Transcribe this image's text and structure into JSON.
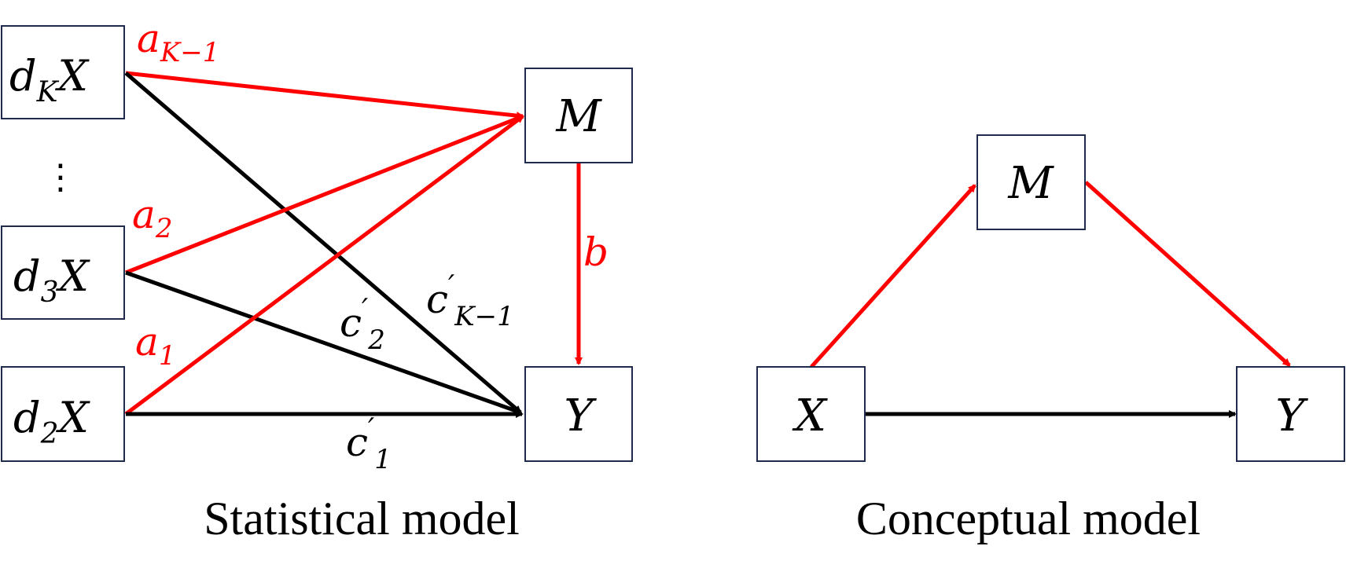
{
  "colors": {
    "highlight": "#ff0000",
    "default": "#000000",
    "box_border": "#1f2a4d"
  },
  "statistical": {
    "caption": "Statistical model",
    "nodes": {
      "dkx": {
        "base": "d",
        "sub": "K",
        "tail": "X"
      },
      "d3x": {
        "base": "d",
        "sub": "3",
        "tail": "X"
      },
      "d2x": {
        "base": "d",
        "sub": "2",
        "tail": "X"
      },
      "m": "M",
      "y": "Y"
    },
    "ellipsis": "⋮",
    "paths": {
      "a_k1": {
        "base": "a",
        "sub": "K−1"
      },
      "a2": {
        "base": "a",
        "sub": "2"
      },
      "a1": {
        "base": "a",
        "sub": "1"
      },
      "b": "b",
      "c_k1": {
        "base": "c",
        "prime": "′",
        "sub": "K−1"
      },
      "c2": {
        "base": "c",
        "prime": "′",
        "sub": "2"
      },
      "c1": {
        "base": "c",
        "prime": "′",
        "sub": "1"
      }
    }
  },
  "conceptual": {
    "caption": "Conceptual model",
    "nodes": {
      "x": "X",
      "m": "M",
      "y": "Y"
    }
  }
}
